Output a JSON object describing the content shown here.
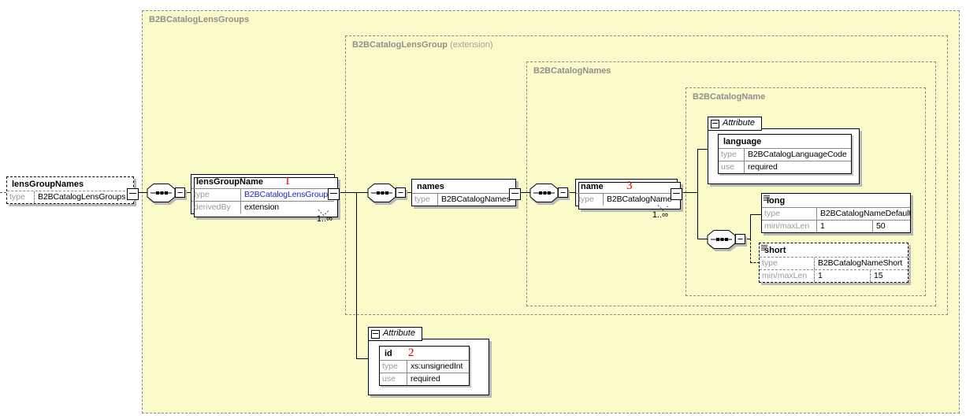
{
  "colors": {
    "region_fill": "#fbfbc9",
    "region_border": "#8a8a8a",
    "type_link_blue": "#2222cc",
    "annotation_red": "#d40000",
    "shadow_gray": "#b8b8b8"
  },
  "regions": {
    "lensGroups": {
      "label": "B2BCatalogLensGroups"
    },
    "lensGroup": {
      "label": "B2BCatalogLensGroup",
      "suffix": "(extension)"
    },
    "names": {
      "label": "B2BCatalogNames"
    },
    "name": {
      "label": "B2BCatalogName"
    }
  },
  "nodes": {
    "lensGroupNames": {
      "title": "lensGroupNames",
      "type_label": "type",
      "type_value": "B2BCatalogLensGroups"
    },
    "lensGroupName": {
      "title": "lensGroupName",
      "annotation": "1",
      "type_label": "type",
      "type_value": "B2BCatalogLensGroup",
      "derived_label": "derivedBy",
      "derived_value": "extension",
      "occurrence": "1..∞"
    },
    "names": {
      "title": "names",
      "type_label": "type",
      "type_value": "B2BCatalogNames"
    },
    "name": {
      "title": "name",
      "annotation": "3",
      "type_label": "type",
      "type_value": "B2BCatalogName",
      "occurrence": "1..∞"
    },
    "language": {
      "tab": "Attribute",
      "title": "language",
      "type_label": "type",
      "type_value": "B2BCatalogLanguageCode",
      "use_label": "use",
      "use_value": "required"
    },
    "long": {
      "title": "long",
      "type_label": "type",
      "type_value": "B2BCatalogNameDefault",
      "len_label": "min/maxLen",
      "len_min": "1",
      "len_max": "50"
    },
    "short": {
      "title": "short",
      "type_label": "type",
      "type_value": "B2BCatalogNameShort",
      "len_label": "min/maxLen",
      "len_min": "1",
      "len_max": "15"
    },
    "id": {
      "tab": "Attribute",
      "title": "id",
      "annotation": "2",
      "type_label": "type",
      "type_value": "xs:unsignedInt",
      "use_label": "use",
      "use_value": "required"
    }
  }
}
